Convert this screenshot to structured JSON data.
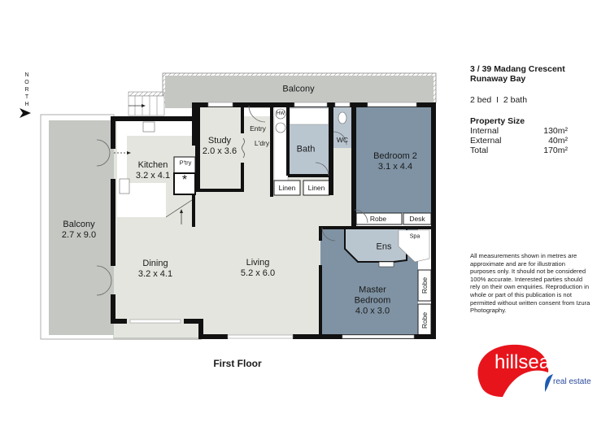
{
  "property": {
    "address_line1": "3 / 39 Madang Crescent",
    "address_line2": "Runaway Bay",
    "beds_baths": "2 bed  I  2 bath",
    "size_title": "Property Size",
    "sizes": [
      {
        "label": "Internal",
        "value": "130m²"
      },
      {
        "label": "External",
        "value": "40m²"
      },
      {
        "label": "Total",
        "value": "170m²"
      }
    ]
  },
  "disclaimer": "All measurements shown in metres are approximate and are for illustration purposes only. It should not be considered 100% accurate. Interested parties should rely on their own enquiries. Reproduction in whole or part of this publication is not permitted without written consent from Izura Photography.",
  "logo": {
    "name": "hillsea",
    "tagline": "real estate",
    "primary_color": "#e8141c",
    "secondary_color": "#2b4a9e"
  },
  "compass": {
    "letters": [
      "N",
      "O",
      "R",
      "T",
      "H"
    ],
    "icon": "north-arrow-icon"
  },
  "floor_title": "First Floor",
  "colors": {
    "living_area": "#e4e5de",
    "bedroom": "#7f93a4",
    "wet_area": "#b9c6d0",
    "balcony": "#c4c7c2",
    "wall": "#111111"
  },
  "rooms": [
    {
      "id": "balcony-top",
      "name": "Balcony",
      "dims": ""
    },
    {
      "id": "balcony-left",
      "name": "Balcony",
      "dims": "2.7 x 9.0"
    },
    {
      "id": "kitchen",
      "name": "Kitchen",
      "dims": "3.2 x 4.1"
    },
    {
      "id": "study",
      "name": "Study",
      "dims": "2.0 x 3.6"
    },
    {
      "id": "bath",
      "name": "Bath",
      "dims": ""
    },
    {
      "id": "bedroom-2",
      "name": "Bedroom 2",
      "dims": "3.1 x 4.4"
    },
    {
      "id": "dining",
      "name": "Dining",
      "dims": "3.2 x 4.1"
    },
    {
      "id": "living",
      "name": "Living",
      "dims": "5.2 x 6.0"
    },
    {
      "id": "master",
      "name": "Master",
      "name2": "Bedroom",
      "dims": "4.0 x 3.0"
    },
    {
      "id": "ensuite",
      "name": "Ens",
      "dims": ""
    }
  ],
  "fixtures": {
    "entry": "Entry",
    "laundry": "L'dry",
    "hot_water": "HW",
    "wc": "WC",
    "pantry": "P'try",
    "linen_1": "Linen",
    "linen_2": "Linen",
    "robe_bed2": "Robe",
    "desk": "Desk",
    "spa": "Spa",
    "robe_master_1": "Robe",
    "robe_master_2": "Robe"
  }
}
